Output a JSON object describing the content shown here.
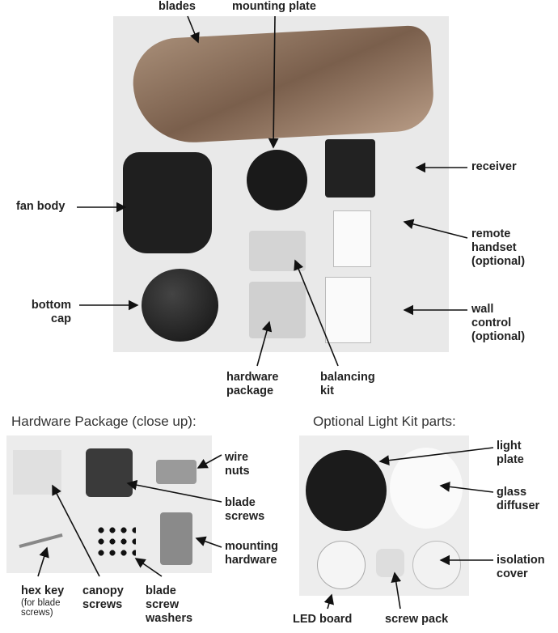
{
  "main_photo": {
    "labels": {
      "blades": "blades",
      "mounting_plate": "mounting plate",
      "receiver": "receiver",
      "remote_handset": [
        "remote",
        "handset",
        "(optional)"
      ],
      "wall_control": [
        "wall",
        "control",
        "(optional)"
      ],
      "fan_body": "fan body",
      "bottom_cap": [
        "bottom",
        "cap"
      ],
      "hardware_package": [
        "hardware",
        "package"
      ],
      "balancing_kit": [
        "balancing",
        "kit"
      ]
    }
  },
  "hardware_closeup": {
    "heading": "Hardware Package (close up):",
    "labels": {
      "wire_nuts": [
        "wire",
        "nuts"
      ],
      "blade_screws": [
        "blade",
        "screws"
      ],
      "mounting_hardware": [
        "mounting",
        "hardware"
      ],
      "hex_key": "hex key",
      "hex_key_note": [
        "(for blade",
        "screws)"
      ],
      "canopy_screws": [
        "canopy",
        "screws"
      ],
      "blade_screw_washers": [
        "blade",
        "screw",
        "washers"
      ]
    }
  },
  "light_kit": {
    "heading": "Optional Light Kit parts:",
    "labels": {
      "light_plate": [
        "light",
        "plate"
      ],
      "glass_diffuser": [
        "glass",
        "diffuser"
      ],
      "isolation_cover": [
        "isolation",
        "cover"
      ],
      "led_board": "LED board",
      "screw_pack": "screw pack"
    }
  }
}
